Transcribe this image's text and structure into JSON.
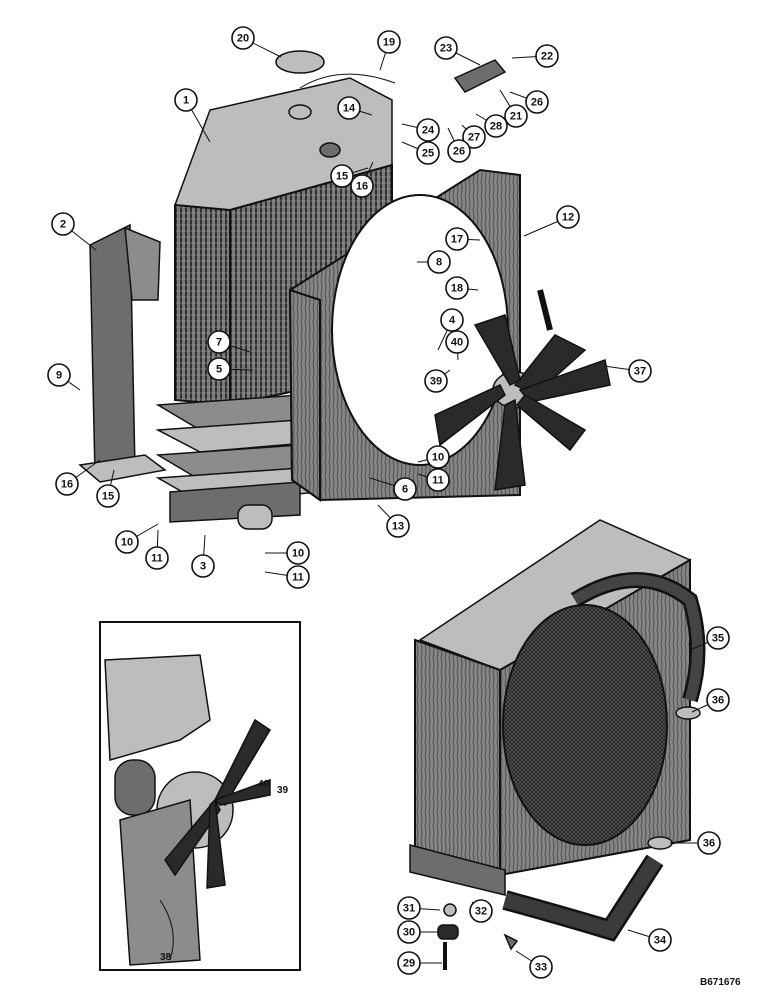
{
  "figure_code": "B671676",
  "callouts": [
    {
      "id": "c20",
      "text": "20"
    },
    {
      "id": "c19",
      "text": "19"
    },
    {
      "id": "c23",
      "text": "23"
    },
    {
      "id": "c22",
      "text": "22"
    },
    {
      "id": "c1",
      "text": "1"
    },
    {
      "id": "c14",
      "text": "14"
    },
    {
      "id": "c26a",
      "text": "26"
    },
    {
      "id": "c21",
      "text": "21"
    },
    {
      "id": "c28",
      "text": "28"
    },
    {
      "id": "c24",
      "text": "24"
    },
    {
      "id": "c25",
      "text": "25"
    },
    {
      "id": "c27",
      "text": "27"
    },
    {
      "id": "c26b",
      "text": "26"
    },
    {
      "id": "c15a",
      "text": "15"
    },
    {
      "id": "c16a",
      "text": "16"
    },
    {
      "id": "c12",
      "text": "12"
    },
    {
      "id": "c2",
      "text": "2"
    },
    {
      "id": "c17",
      "text": "17"
    },
    {
      "id": "c8",
      "text": "8"
    },
    {
      "id": "c18",
      "text": "18"
    },
    {
      "id": "c4",
      "text": "4"
    },
    {
      "id": "c7",
      "text": "7"
    },
    {
      "id": "c40a",
      "text": "40"
    },
    {
      "id": "c37",
      "text": "37"
    },
    {
      "id": "c5",
      "text": "5"
    },
    {
      "id": "c9",
      "text": "9"
    },
    {
      "id": "c39a",
      "text": "39"
    },
    {
      "id": "c10a",
      "text": "10"
    },
    {
      "id": "c11a",
      "text": "11"
    },
    {
      "id": "c16b",
      "text": "16"
    },
    {
      "id": "c15b",
      "text": "15"
    },
    {
      "id": "c6",
      "text": "6"
    },
    {
      "id": "c13",
      "text": "13"
    },
    {
      "id": "c10b",
      "text": "10"
    },
    {
      "id": "c11b",
      "text": "11"
    },
    {
      "id": "c3",
      "text": "3"
    },
    {
      "id": "c10c",
      "text": "10"
    },
    {
      "id": "c11c",
      "text": "11"
    },
    {
      "id": "c35",
      "text": "35"
    },
    {
      "id": "c36a",
      "text": "36"
    },
    {
      "id": "c36b",
      "text": "36"
    },
    {
      "id": "c31",
      "text": "31"
    },
    {
      "id": "c30",
      "text": "30"
    },
    {
      "id": "c32",
      "text": "32"
    },
    {
      "id": "c34",
      "text": "34"
    },
    {
      "id": "c29",
      "text": "29"
    },
    {
      "id": "c33",
      "text": "33"
    }
  ],
  "inset_labels": [
    {
      "id": "i40",
      "text": "40"
    },
    {
      "id": "i39",
      "text": "39"
    },
    {
      "id": "i38",
      "text": "38"
    }
  ]
}
